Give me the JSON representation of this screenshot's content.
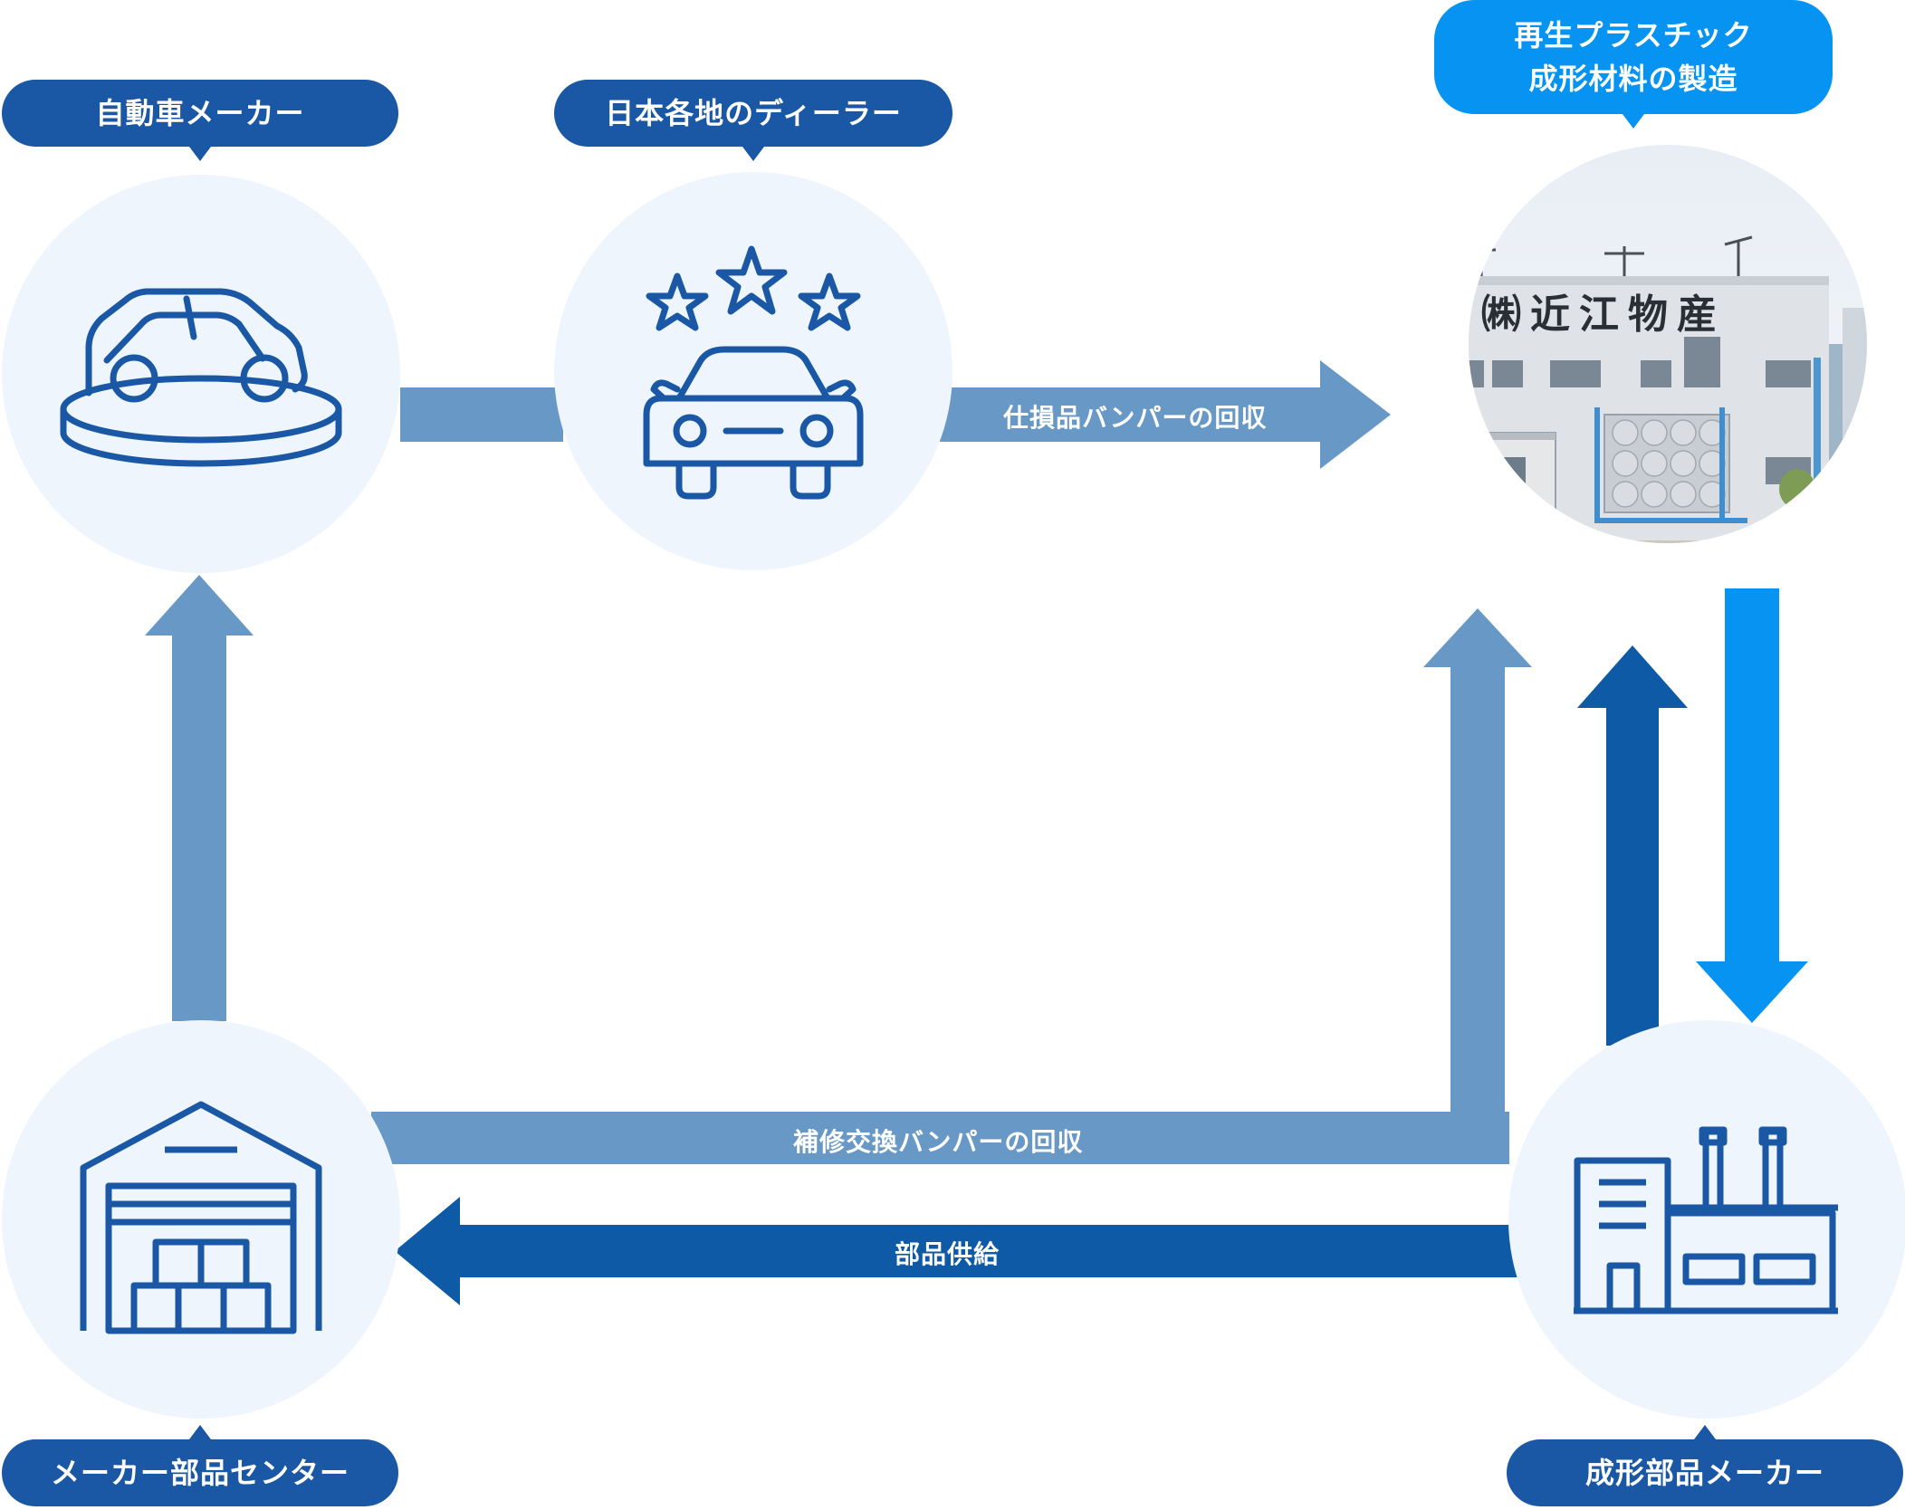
{
  "nodes": {
    "automaker": {
      "label": "自動車メーカー",
      "icon": "car-on-turntable-icon"
    },
    "dealer": {
      "label": "日本各地のディーラー",
      "icon": "car-with-stars-icon"
    },
    "recycler": {
      "label_line1": "再生プラスチック",
      "label_line2": "成形材料の製造",
      "sign_text": "㈱近江物産",
      "icon": "factory-building-photo"
    },
    "parts_center": {
      "label": "メーカー部品センター",
      "icon": "warehouse-icon"
    },
    "molding_maker": {
      "label": "成形部品メーカー",
      "icon": "factory-icon"
    }
  },
  "flows": {
    "damaged_bumper": "仕損品バンパーの回収",
    "repair_bumper": "補修交換バンパーの回収",
    "parts_supply": "部品供給"
  },
  "colors": {
    "circle_bg": "#eef5fc",
    "icon_stroke": "#1a58a5",
    "bubble_dark": "#1a58a5",
    "bubble_light": "#0793f1",
    "arrow_mid": "#6798c6",
    "arrow_dark": "#0e5aa6",
    "arrow_light": "#0793f1"
  }
}
